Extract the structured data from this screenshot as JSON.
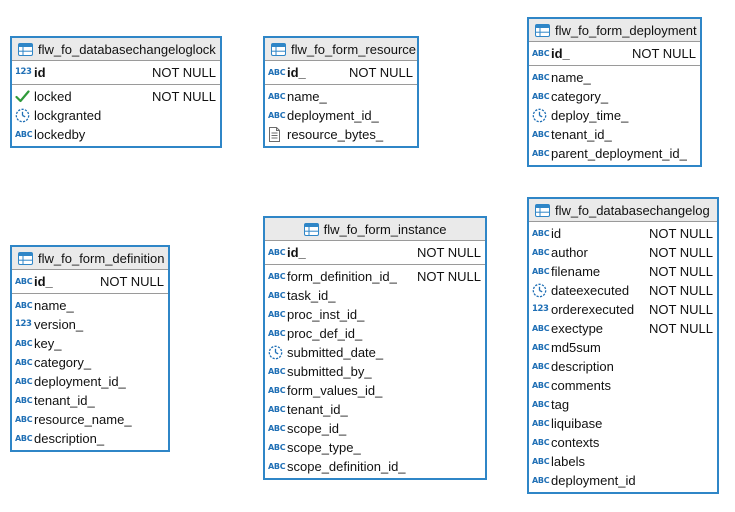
{
  "icons": {
    "text": "ABC",
    "number": "123"
  },
  "tables": [
    {
      "name": "flw_fo_databasechangeloglock",
      "pk": [
        {
          "name": "id",
          "type": "number",
          "nn": "NOT NULL"
        }
      ],
      "cols": [
        {
          "name": "locked",
          "type": "bool",
          "nn": "NOT NULL"
        },
        {
          "name": "lockgranted",
          "type": "datetime",
          "nn": ""
        },
        {
          "name": "lockedby",
          "type": "text",
          "nn": ""
        }
      ]
    },
    {
      "name": "flw_fo_form_resource",
      "pk": [
        {
          "name": "id_",
          "type": "text",
          "nn": "NOT NULL"
        }
      ],
      "cols": [
        {
          "name": "name_",
          "type": "text",
          "nn": ""
        },
        {
          "name": "deployment_id_",
          "type": "text",
          "nn": ""
        },
        {
          "name": "resource_bytes_",
          "type": "binary",
          "nn": ""
        }
      ]
    },
    {
      "name": "flw_fo_form_deployment",
      "pk": [
        {
          "name": "id_",
          "type": "text",
          "nn": "NOT NULL"
        }
      ],
      "cols": [
        {
          "name": "name_",
          "type": "text",
          "nn": ""
        },
        {
          "name": "category_",
          "type": "text",
          "nn": ""
        },
        {
          "name": "deploy_time_",
          "type": "datetime",
          "nn": ""
        },
        {
          "name": "tenant_id_",
          "type": "text",
          "nn": ""
        },
        {
          "name": "parent_deployment_id_",
          "type": "text",
          "nn": ""
        }
      ]
    },
    {
      "name": "flw_fo_form_definition",
      "pk": [
        {
          "name": "id_",
          "type": "text",
          "nn": "NOT NULL"
        }
      ],
      "cols": [
        {
          "name": "name_",
          "type": "text",
          "nn": ""
        },
        {
          "name": "version_",
          "type": "number",
          "nn": ""
        },
        {
          "name": "key_",
          "type": "text",
          "nn": ""
        },
        {
          "name": "category_",
          "type": "text",
          "nn": ""
        },
        {
          "name": "deployment_id_",
          "type": "text",
          "nn": ""
        },
        {
          "name": "tenant_id_",
          "type": "text",
          "nn": ""
        },
        {
          "name": "resource_name_",
          "type": "text",
          "nn": ""
        },
        {
          "name": "description_",
          "type": "text",
          "nn": ""
        }
      ]
    },
    {
      "name": "flw_fo_form_instance",
      "pk": [
        {
          "name": "id_",
          "type": "text",
          "nn": "NOT NULL"
        }
      ],
      "cols": [
        {
          "name": "form_definition_id_",
          "type": "text",
          "nn": "NOT NULL"
        },
        {
          "name": "task_id_",
          "type": "text",
          "nn": ""
        },
        {
          "name": "proc_inst_id_",
          "type": "text",
          "nn": ""
        },
        {
          "name": "proc_def_id_",
          "type": "text",
          "nn": ""
        },
        {
          "name": "submitted_date_",
          "type": "datetime",
          "nn": ""
        },
        {
          "name": "submitted_by_",
          "type": "text",
          "nn": ""
        },
        {
          "name": "form_values_id_",
          "type": "text",
          "nn": ""
        },
        {
          "name": "tenant_id_",
          "type": "text",
          "nn": ""
        },
        {
          "name": "scope_id_",
          "type": "text",
          "nn": ""
        },
        {
          "name": "scope_type_",
          "type": "text",
          "nn": ""
        },
        {
          "name": "scope_definition_id_",
          "type": "text",
          "nn": ""
        }
      ]
    },
    {
      "name": "flw_fo_databasechangelog",
      "pk": [],
      "cols": [
        {
          "name": "id",
          "type": "text",
          "nn": "NOT NULL"
        },
        {
          "name": "author",
          "type": "text",
          "nn": "NOT NULL"
        },
        {
          "name": "filename",
          "type": "text",
          "nn": "NOT NULL"
        },
        {
          "name": "dateexecuted",
          "type": "datetime",
          "nn": "NOT NULL"
        },
        {
          "name": "orderexecuted",
          "type": "number",
          "nn": "NOT NULL"
        },
        {
          "name": "exectype",
          "type": "text",
          "nn": "NOT NULL"
        },
        {
          "name": "md5sum",
          "type": "text",
          "nn": ""
        },
        {
          "name": "description",
          "type": "text",
          "nn": ""
        },
        {
          "name": "comments",
          "type": "text",
          "nn": ""
        },
        {
          "name": "tag",
          "type": "text",
          "nn": ""
        },
        {
          "name": "liquibase",
          "type": "text",
          "nn": ""
        },
        {
          "name": "contexts",
          "type": "text",
          "nn": ""
        },
        {
          "name": "labels",
          "type": "text",
          "nn": ""
        },
        {
          "name": "deployment_id",
          "type": "text",
          "nn": ""
        }
      ]
    }
  ]
}
